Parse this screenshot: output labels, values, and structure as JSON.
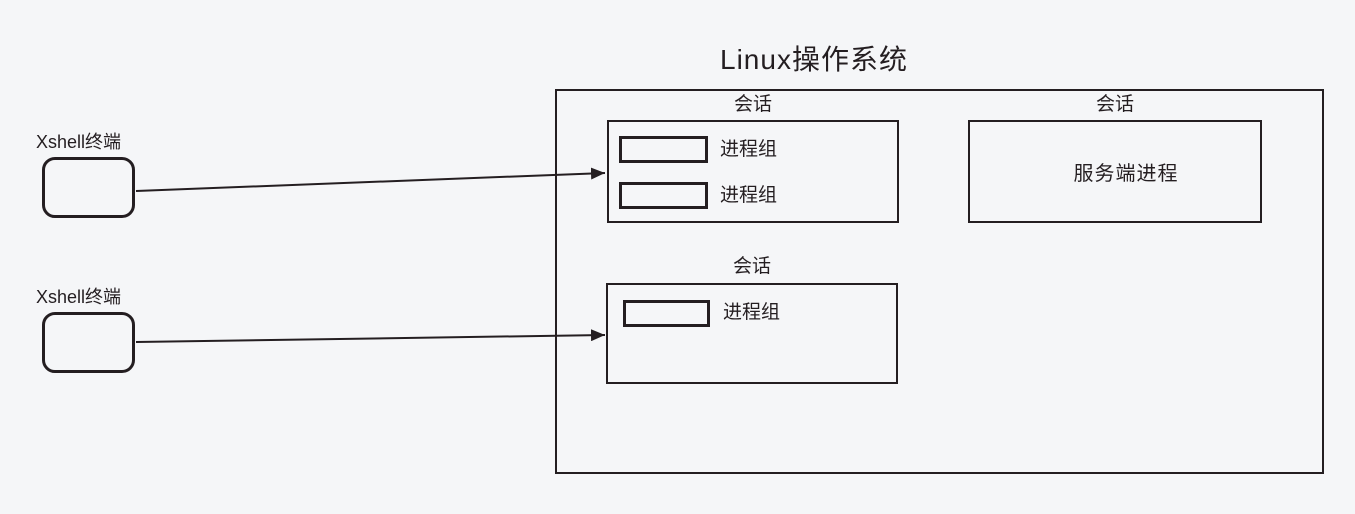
{
  "diagram": {
    "title": "Linux操作系统",
    "terminals": [
      {
        "label": "Xshell终端"
      },
      {
        "label": "Xshell终端"
      }
    ],
    "sessions": [
      {
        "label": "会话",
        "process_groups": [
          "进程组",
          "进程组"
        ]
      },
      {
        "label": "会话",
        "server_process_label": "服务端进程"
      },
      {
        "label": "会话",
        "process_groups": [
          "进程组"
        ]
      }
    ],
    "colors": {
      "line": "#241e21",
      "background": "#f5f6f8"
    }
  }
}
